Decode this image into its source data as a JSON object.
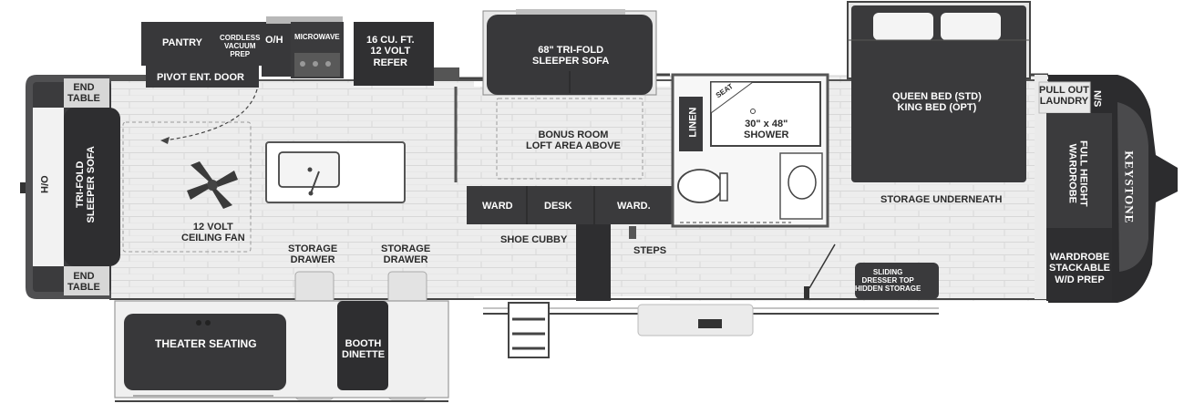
{
  "brand": "KEYSTONE",
  "labels": {
    "pantry": "PANTRY",
    "cordless_vacuum": "CORDLESS\nVACUUM\nPREP",
    "oh_top": "O/H",
    "microwave": "MICROWAVE",
    "refer": "16 CU. FT.\n12 VOLT\nREFER",
    "pivot_door": "PIVOT ENT. DOOR",
    "end_table_top": "END\nTABLE",
    "end_table_bottom": "END\nTABLE",
    "oh_left": "O/H",
    "trifold_left": "TRI-FOLD\nSLEEPER SOFA",
    "ceiling_fan": "12 VOLT\nCEILING FAN",
    "storage_drawer_1": "STORAGE\nDRAWER",
    "storage_drawer_2": "STORAGE\nDRAWER",
    "theater_seating": "THEATER SEATING",
    "booth_dinette": "BOOTH\nDINETTE",
    "trifold_top": "68\" TRI-FOLD\nSLEEPER SOFA",
    "bonus_room": "BONUS ROOM\nLOFT AREA ABOVE",
    "ward_left": "WARD",
    "desk": "DESK",
    "ward_right": "WARD.",
    "shoe_cubby": "SHOE CUBBY",
    "steps": "STEPS",
    "linen": "LINEN",
    "seat": "SEAT",
    "shower": "30\" x 48\"\nSHOWER",
    "bed": "QUEEN BED (STD)\nKING BED (OPT)",
    "storage_underneath": "STORAGE UNDERNEATH",
    "sliding_dresser": "SLIDING\nDRESSER TOP\nHIDDEN STORAGE",
    "pull_out_laundry": "PULL OUT\nLAUNDRY",
    "ns": "N/S",
    "full_height_wardrobe": "FULL HEIGHT\nWARDROBE",
    "wardrobe_stackable": "WARDROBE\nSTACKABLE\nW/D PREP"
  },
  "colors": {
    "dark": "#3a3a3c",
    "darker": "#2b2b2d",
    "floor": "#ececec",
    "carpet": "#e0e0e0",
    "wall": "#545454",
    "white": "#ffffff"
  }
}
